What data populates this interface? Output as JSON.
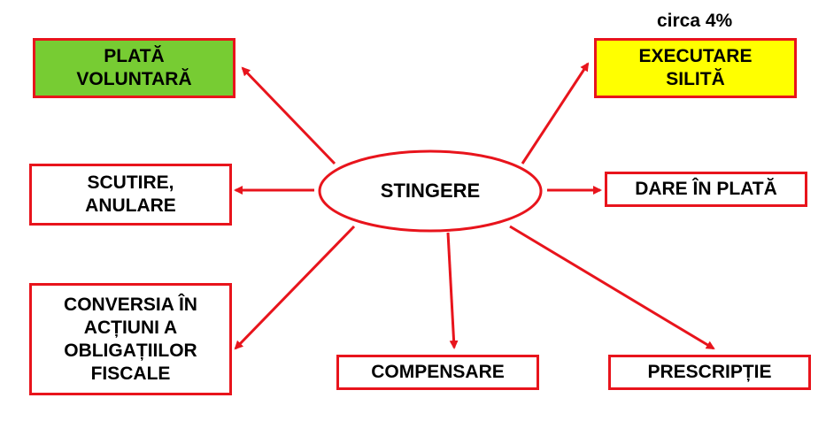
{
  "center": {
    "label": "STINGERE"
  },
  "annotation": "circa 4%",
  "nodes": {
    "plata_voluntara": {
      "label": "PLATĂ\nVOLUNTARĂ",
      "fill": "#77cc33"
    },
    "executare_silita": {
      "label": "EXECUTARE\nSILITĂ",
      "fill": "#ffff00"
    },
    "scutire_anulare": {
      "label": "SCUTIRE,\nANULARE",
      "fill": "#ffffff"
    },
    "dare_in_plata": {
      "label": "DARE ÎN PLATĂ",
      "fill": "#ffffff"
    },
    "conversia": {
      "label": "CONVERSIA ÎN\nACȚIUNI A\nOBLIGAȚIILOR\nFISCALE",
      "fill": "#ffffff"
    },
    "compensare": {
      "label": "COMPENSARE",
      "fill": "#ffffff"
    },
    "prescriptie": {
      "label": "PRESCRIPȚIE",
      "fill": "#ffffff"
    }
  },
  "colors": {
    "line": "#e8141c"
  }
}
